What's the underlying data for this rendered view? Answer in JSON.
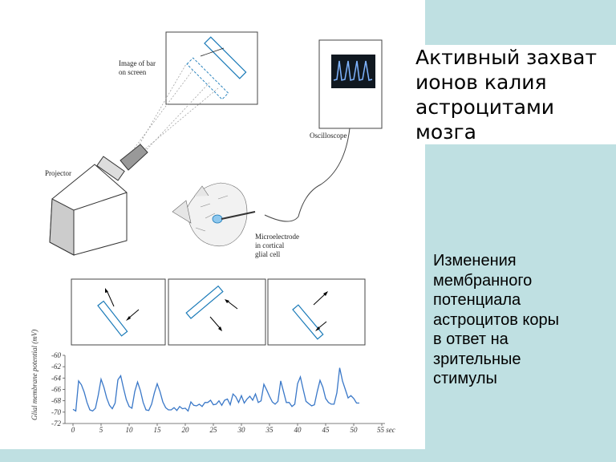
{
  "title_lines": [
    "Активный захват",
    "ионов калия",
    "астроцитами",
    "мозга"
  ],
  "caption_lines": [
    "Изменения",
    "мембранного",
    "потенциала",
    "астроцитов коры",
    "в ответ на",
    "зрительные",
    "стимулы"
  ],
  "labels": {
    "image_of_bar_1": "Image of bar",
    "image_of_bar_2": "on screen",
    "oscilloscope": "Oscilloscope",
    "projector": "Projector",
    "microelectrode_1": "Microelectrode",
    "microelectrode_2": "in cortical",
    "microelectrode_3": "glial cell"
  },
  "colors": {
    "trace": "#3a78c8",
    "panel": "#bfe0e2",
    "scope_screen": "#101820",
    "scope_trace": "#7fb4ff"
  },
  "chart_data": {
    "type": "line",
    "ylabel": "Glial membrane potential (mV)",
    "x_unit": "sec",
    "ylim": [
      -72,
      -60
    ],
    "xlim": [
      0,
      55
    ],
    "y_ticks": [
      "-60",
      "-62",
      "-64",
      "-66",
      "-68",
      "-70",
      "-72"
    ],
    "x_ticks": [
      "0",
      "5",
      "10",
      "15",
      "20",
      "25",
      "30",
      "35",
      "40",
      "45",
      "50",
      "55"
    ],
    "x_last_label": "55 sec",
    "series": [
      {
        "x": [
          0,
          0.5,
          1,
          1.5,
          2,
          2.5,
          3,
          3.5,
          4,
          4.5,
          5,
          5.5,
          6,
          6.5,
          7,
          7.5,
          8,
          8.5,
          9,
          9.5,
          10,
          10.5,
          11,
          11.5,
          12,
          12.5,
          13,
          13.5,
          14,
          14.5,
          15,
          15.5,
          16,
          16.5,
          17,
          17.5,
          18,
          18.5,
          19,
          19.5,
          20,
          20.5,
          21,
          21.5,
          22,
          22.5,
          23,
          23.5,
          24,
          24.5,
          25,
          25.5,
          26,
          26.5,
          27,
          27.5,
          28,
          28.5,
          29,
          29.5,
          30,
          30.5,
          31,
          31.5,
          32,
          32.5,
          33,
          33.5,
          34,
          34.5,
          35,
          35.5,
          36,
          36.5,
          37,
          37.5,
          38,
          38.5,
          39,
          39.5,
          40,
          40.5,
          41,
          41.5,
          42,
          42.5,
          43,
          43.5,
          44,
          44.5,
          45,
          45.5,
          46,
          46.5,
          47,
          47.5,
          48,
          48.5,
          49,
          49.5,
          50,
          50.5,
          51
        ],
        "values": [
          -69.5,
          -69.8,
          -64.5,
          -65.2,
          -66.5,
          -68.3,
          -69.6,
          -69.8,
          -69.3,
          -67,
          -64.2,
          -65.6,
          -67.5,
          -68.8,
          -69.4,
          -68.4,
          -64.3,
          -63.6,
          -65.8,
          -67.8,
          -69,
          -69.3,
          -66.4,
          -64.7,
          -66.2,
          -68.3,
          -69.6,
          -69.7,
          -68.6,
          -66.6,
          -65,
          -66.4,
          -68.2,
          -69.2,
          -69.6,
          -69.6,
          -69.2,
          -69.7,
          -69,
          -69.4,
          -69.3,
          -69.8,
          -68.2,
          -68.8,
          -68.9,
          -68.6,
          -69,
          -68.3,
          -68.3,
          -67.9,
          -68.7,
          -68.6,
          -68,
          -68.8,
          -67.9,
          -67.7,
          -68.7,
          -66.8,
          -67.3,
          -68.3,
          -67.1,
          -68.4,
          -67.7,
          -67.2,
          -67.9,
          -66.8,
          -68.3,
          -68,
          -65.1,
          -66.1,
          -67.2,
          -68.2,
          -68.6,
          -68.1,
          -64.5,
          -66.4,
          -68.3,
          -68.3,
          -69,
          -68.6,
          -65,
          -63.8,
          -66,
          -68.1,
          -68.5,
          -68.9,
          -68.7,
          -66.4,
          -64.4,
          -65.6,
          -67.6,
          -68.3,
          -68.6,
          -68.6,
          -66.6,
          -62.2,
          -64.5,
          -66,
          -67.5,
          -67.1,
          -67.6,
          -68.4,
          -68.4
        ]
      }
    ]
  }
}
